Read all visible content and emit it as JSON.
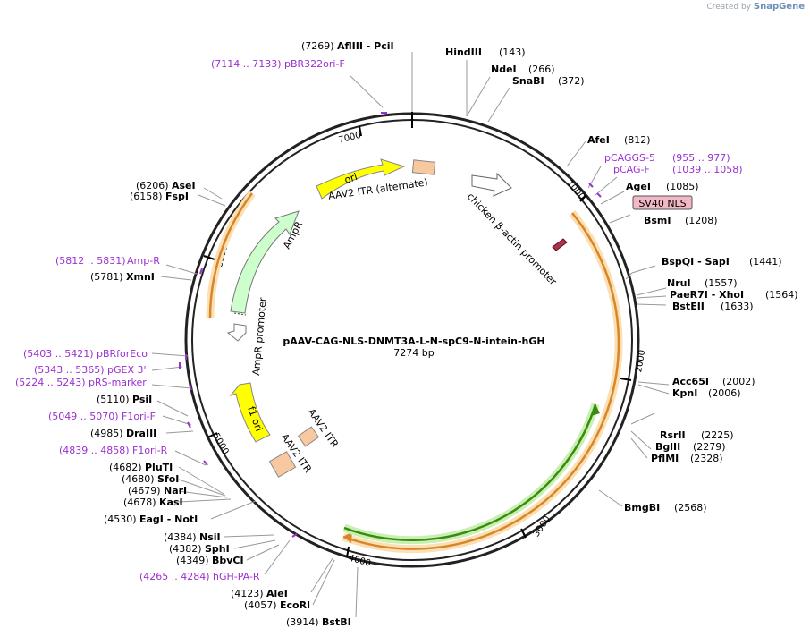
{
  "credit": {
    "prefix": "Created by",
    "brand": "SnapGene"
  },
  "plasmid": {
    "name": "pAAV-CAG-NLS-DNMT3A-L-N-spC9-N-intein-hGH",
    "length_label": "7274 bp",
    "length": 7274
  },
  "ticks": [
    "1000",
    "2000",
    "3000",
    "4000",
    "5000",
    "6000",
    "7000"
  ],
  "features": [
    {
      "name": "ori",
      "kind": "rep_origin",
      "color": "#ffff00"
    },
    {
      "name": "AAV2 ITR (alternate)",
      "kind": "repeat",
      "color": "#f4b183"
    },
    {
      "name": "chicken β-actin promoter",
      "kind": "promoter",
      "color": "#ffffff"
    },
    {
      "name": "SV40 NLS",
      "kind": "nls",
      "color": "#f2b8c6"
    },
    {
      "name": "AmpR",
      "kind": "cds",
      "color": "#ccffcc"
    },
    {
      "name": "AmpR promoter",
      "kind": "promoter",
      "color": "#ffffff"
    },
    {
      "name": "f1 ori",
      "kind": "rep_origin",
      "color": "#ffff00"
    },
    {
      "name": "AAV2 ITR",
      "kind": "repeat",
      "color": "#f4b183"
    },
    {
      "name": "AAV2 ITR",
      "kind": "repeat",
      "color": "#f4b183"
    }
  ],
  "right_labels": [
    {
      "text": "HindIII",
      "pos": "(143)"
    },
    {
      "text": "NdeI",
      "pos": "(266)"
    },
    {
      "text": "SnaBI",
      "pos": "(372)"
    },
    {
      "text": "AfeI",
      "pos": "(812)"
    },
    {
      "text": "pCAGGS-5",
      "pos": "(955 .. 977)",
      "primer": true
    },
    {
      "text": "pCAG-F",
      "pos": "(1039 .. 1058)",
      "primer": true
    },
    {
      "text": "AgeI",
      "pos": "(1085)"
    },
    {
      "text": "BsmI",
      "pos": "(1208)"
    },
    {
      "text": "BspQI   - SapI",
      "pos": "(1441)"
    },
    {
      "text": "NruI",
      "pos": "(1557)"
    },
    {
      "text": "PaeR7I   - XhoI",
      "pos": "(1564)"
    },
    {
      "text": "BstEII",
      "pos": "(1633)"
    },
    {
      "text": "Acc65I",
      "pos": "(2002)"
    },
    {
      "text": "KpnI",
      "pos": "(2006)"
    },
    {
      "text": "RsrII",
      "pos": "(2225)"
    },
    {
      "text": "BglII",
      "pos": "(2279)"
    },
    {
      "text": "PflMI",
      "pos": "(2328)"
    },
    {
      "text": "BmgBI",
      "pos": "(2568)"
    }
  ],
  "left_labels": [
    {
      "pos": "(7269)",
      "text": "AflIII   - PciI"
    },
    {
      "pos": "(7114 .. 7133)",
      "text": "pBR322ori-F",
      "primer": true
    },
    {
      "pos": "(6206)",
      "text": "AseI"
    },
    {
      "pos": "(6158)",
      "text": "FspI"
    },
    {
      "pos": "(5812 .. 5831)",
      "text": "Amp-R",
      "primer": true
    },
    {
      "pos": "(5781)",
      "text": "XmnI"
    },
    {
      "pos": "(5403 .. 5421)",
      "text": "pBRforEco",
      "primer": true
    },
    {
      "pos": "(5343 .. 5365)",
      "text": "pGEX 3'",
      "primer": true
    },
    {
      "pos": "(5224 .. 5243)",
      "text": "pRS-marker",
      "primer": true
    },
    {
      "pos": "(5110)",
      "text": "PsiI"
    },
    {
      "pos": "(5049 .. 5070)",
      "text": "F1ori-F",
      "primer": true
    },
    {
      "pos": "(4985)",
      "text": "DraIII"
    },
    {
      "pos": "(4839 .. 4858)",
      "text": "F1ori-R",
      "primer": true
    },
    {
      "pos": "(4682)",
      "text": "PluTI"
    },
    {
      "pos": "(4680)",
      "text": "SfoI"
    },
    {
      "pos": "(4679)",
      "text": "NarI"
    },
    {
      "pos": "(4678)",
      "text": "KasI"
    },
    {
      "pos": "(4530)",
      "text": "EagI   - NotI"
    },
    {
      "pos": "(4384)",
      "text": "NsiI"
    },
    {
      "pos": "(4382)",
      "text": "SphI"
    },
    {
      "pos": "(4349)",
      "text": "BbvCI"
    },
    {
      "pos": "(4265 .. 4284)",
      "text": "hGH-PA-R",
      "primer": true
    },
    {
      "pos": "(4123)",
      "text": "AleI"
    },
    {
      "pos": "(4057)",
      "text": "EcoRI"
    },
    {
      "pos": "(3914)",
      "text": "BstBI"
    }
  ],
  "colors": {
    "primer": "#9b30d0",
    "enzyme": "#000000",
    "leader": "#999999",
    "backbone": "#222222",
    "orange_feature": "#e8a33a",
    "green_feature": "#3a9a1a"
  }
}
